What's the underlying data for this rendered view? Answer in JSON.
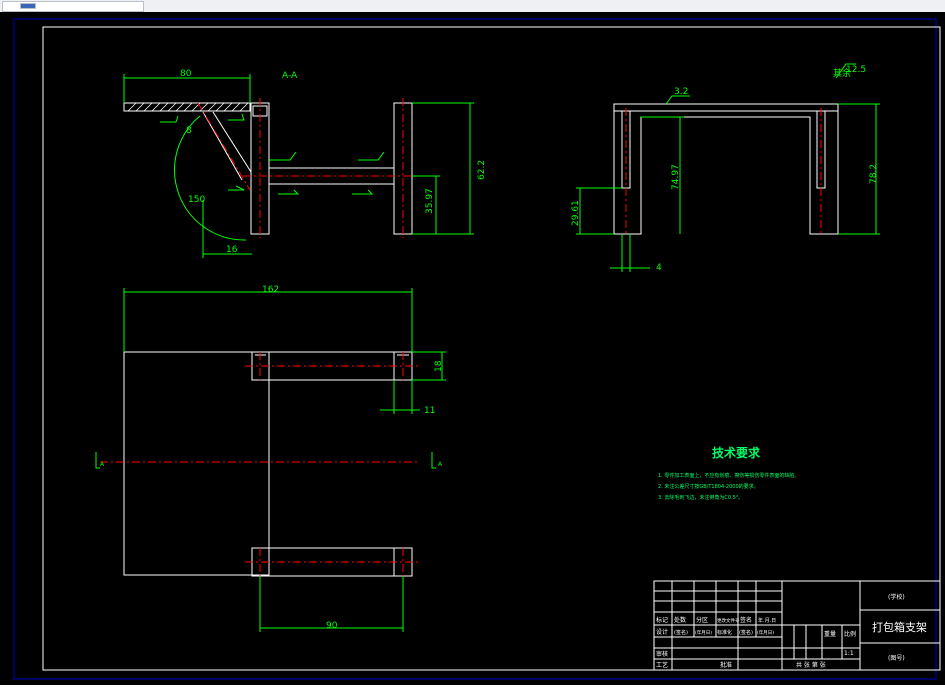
{
  "colors": {
    "background": "#000000",
    "geometry": "#ffffff",
    "dimension": "#00ff00",
    "centerline": "#ff0000",
    "frame": "#ffffff",
    "border": "#0000c8",
    "title_text": "#00ff66"
  },
  "section_labels": {
    "section_mark": "A-A",
    "view_mark_left": "A",
    "view_mark_right": "A",
    "weld_symbol_label": "其余"
  },
  "dimensions": {
    "top_width": "80",
    "chamfer": "8",
    "radius_angle": "150",
    "bottom_left": "16",
    "height_right": "62.2",
    "height_inner": "35.97",
    "overall_width": "162",
    "slot_height": "18",
    "slot_offset": "11",
    "slot_length": "90",
    "side_height": "74.97",
    "side_total": "78.2",
    "side_low": "29.61",
    "side_thickness": "4",
    "roughness_top": "3.2",
    "roughness_corner": "12.5"
  },
  "tech_requirements": {
    "heading": "技术要求",
    "items": [
      "1. 零件加工表面上，不应有划痕、擦伤等损伤零件表面的缺陷。",
      "2. 未注公差尺寸按GB/T1804-2000的要求。",
      "3. 去除毛刺飞边，未注倒角为C0.5°。"
    ]
  },
  "title_block": {
    "school": "(学校)",
    "drawing_name": "打包箱支架",
    "drawing_number": "(图号)",
    "scale_value": "1:1",
    "row_labels_a": [
      "标记",
      "处数",
      "分区",
      "更改文件号",
      "签名",
      "年.月.日"
    ],
    "row_labels_b": [
      "设计",
      "(签名)",
      "(年月日)",
      "标准化",
      "(签名)",
      "(年月日)"
    ],
    "weight_label": "重量",
    "scale_label": "比例",
    "review_label": "审核",
    "process_label": "工艺",
    "approve_label": "批准",
    "sheets_label": "共 张 第 张"
  }
}
